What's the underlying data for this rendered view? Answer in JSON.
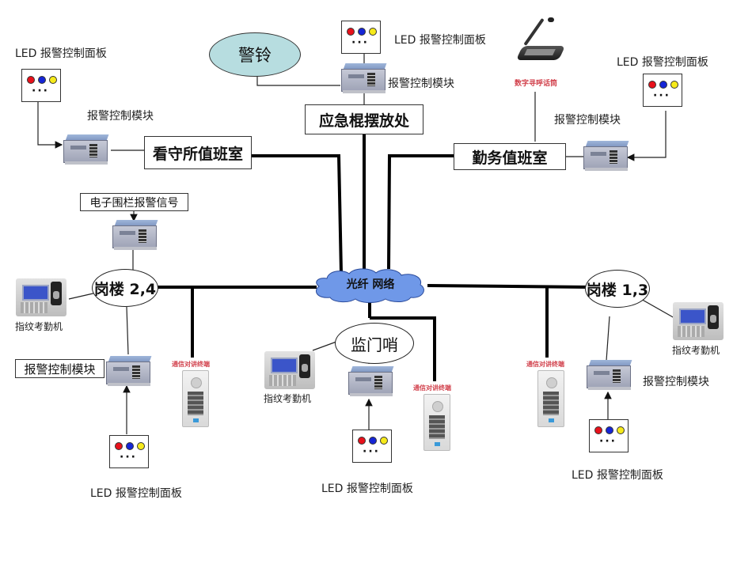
{
  "diagram": {
    "title": "",
    "network": {
      "label": "光纤 网络",
      "color": "#6f98e8"
    },
    "colors": {
      "bell_fill": "#b7dde0",
      "led_red": "#e8111b",
      "led_blue": "#1525d6",
      "led_yellow": "#f6ea1b",
      "caption_red": "#d2424d"
    },
    "bell": {
      "label": "警铃"
    },
    "emergency": {
      "label": "应急棍摆放处",
      "led_label": "LED 报警控制面板",
      "module_label": "报警控制模块"
    },
    "detention_duty": {
      "label": "看守所值班室",
      "led_label": "LED 报警控制面板",
      "module_label": "报警控制模块"
    },
    "service_duty": {
      "label": "勤务值班室",
      "paging_label": "数字寻呼话筒",
      "led_label": "LED 报警控制面板",
      "module_label": "报警控制模块"
    },
    "tower_24": {
      "label": "岗楼 2,4",
      "fence_label": "电子围栏报警信号",
      "fingerprint_label": "指纹考勤机",
      "module_label": "报警控制模块",
      "intercom_label": "通信对讲终端",
      "led_label": "LED 报警控制面板"
    },
    "gate_post": {
      "label": "监门哨",
      "fingerprint_label": "指纹考勤机",
      "intercom_label": "通信对讲终端",
      "led_label": "LED 报警控制面板"
    },
    "tower_13": {
      "label": "岗楼 1,3",
      "fingerprint_label": "指纹考勤机",
      "intercom_label": "通信对讲终端",
      "module_label": "报警控制模块",
      "led_label": "LED 报警控制面板"
    },
    "led_dots": "···"
  }
}
